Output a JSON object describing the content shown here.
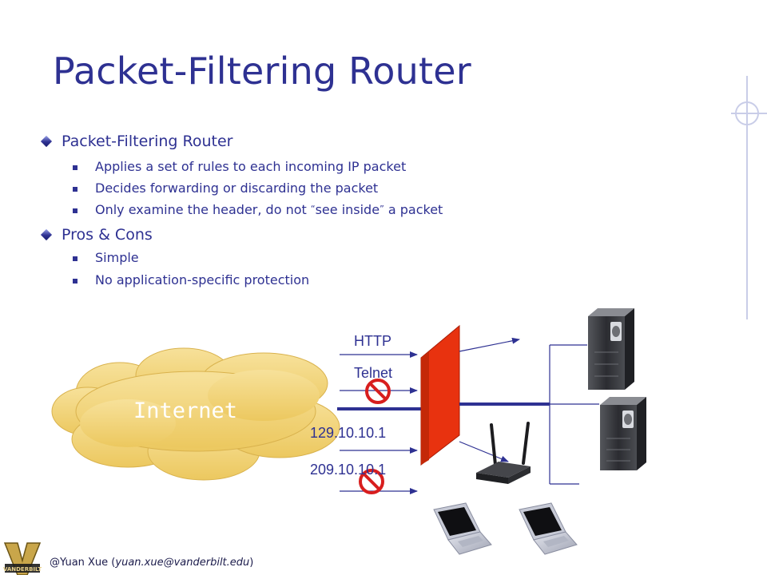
{
  "slide": {
    "title": "Packet-Filtering Router",
    "bullets": [
      {
        "text": "Packet-Filtering Router",
        "sub": [
          "Applies a set of rules to each incoming IP packet",
          "Decides forwarding or discarding the packet",
          {
            "before": "Only examine the header, do not ",
            "quoted": "see inside",
            "after": " a packet"
          }
        ]
      },
      {
        "text": "Pros & Cons",
        "sub": [
          "Simple",
          "No application-specific protection"
        ]
      }
    ]
  },
  "diagram": {
    "cloud_label": "Internet",
    "traffic": [
      {
        "label": "HTTP",
        "blocked": false
      },
      {
        "label": "Telnet",
        "blocked": true
      },
      {
        "label": "129.10.10.1",
        "blocked": false
      },
      {
        "label": "209.10.10.1",
        "blocked": true
      }
    ],
    "colors": {
      "firewall": "#e8320f",
      "cloud": "#f2d377",
      "line": "#2e3192",
      "prohibited": "#d81e1e"
    },
    "icons": [
      "server-icon",
      "server-icon",
      "wireless-router-icon",
      "laptop-icon",
      "laptop-icon",
      "prohibited-icon"
    ]
  },
  "footer": {
    "author": "@Yuan Xue",
    "email": "yuan.xue@vanderbilt.edu",
    "logo_text": "V"
  }
}
